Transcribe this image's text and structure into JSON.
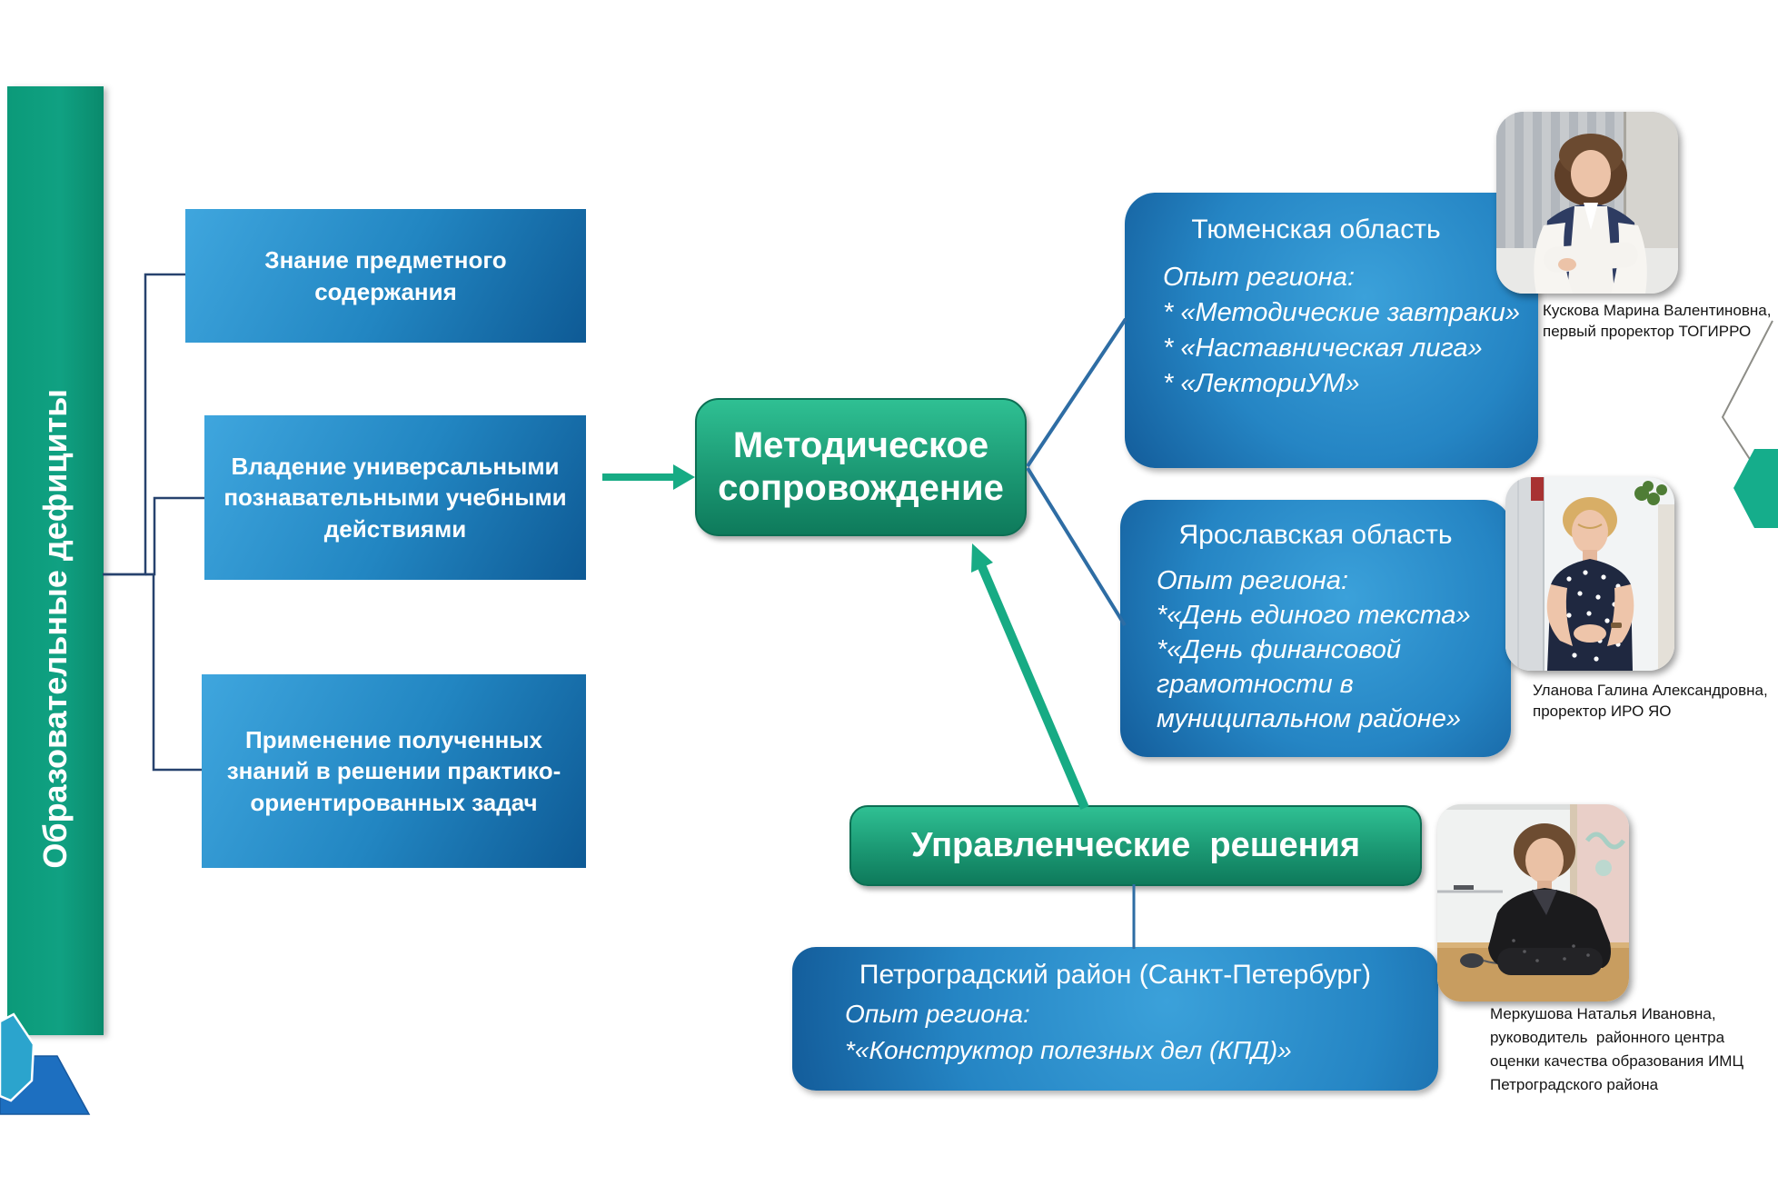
{
  "sidebar": {
    "label": "Образовательные дефициты"
  },
  "deficit_boxes": [
    {
      "label": "Знание предметного содержания"
    },
    {
      "label": "Владение универсальными познавательными учебными действиями"
    },
    {
      "label": "Применение полученных знаний в решении практико-ориентированных задач"
    }
  ],
  "hub_methodical": {
    "line1": "Методическое",
    "line2": "сопровождение"
  },
  "hub_management": {
    "label": "Управленческие  решения"
  },
  "regions": [
    {
      "title": "Тюменская область",
      "intro": "Опыт региона:",
      "items": [
        "* «Методические завтраки»",
        "* «Наставническая лига»",
        "* «ЛекториУМ»"
      ]
    },
    {
      "title": "Ярославская область",
      "intro": "Опыт региона:",
      "items": [
        "*«День единого текста»",
        "*«День финансовой грамотности в муниципальном районе»"
      ]
    },
    {
      "title": "Петроградский район (Санкт-Петербург)",
      "intro": "Опыт региона:",
      "items": [
        "*«Конструктор полезных дел (КПД)»"
      ]
    }
  ],
  "people": [
    {
      "name": "Кускова Марина Валентиновна,",
      "role": "первый проректор ТОГИРРО"
    },
    {
      "name": "Уланова Галина Александровна,",
      "role": "проректор ИРО ЯО"
    },
    {
      "name": "Меркушова Наталья Ивановна,",
      "role": "руководитель  районного центра оценки качества образования ИМЦ Петроградского района"
    }
  ],
  "colors": {
    "bar_green": "#10a182",
    "hub_green": "#1b9873",
    "box_blue": "#2286c2",
    "connector_navy": "#27426e",
    "branch_blue": "#2e6da4",
    "arrow_green": "#17ab84",
    "teal_hex": "#15ad8b",
    "cyan_hex": "#2ba4cd",
    "blue_pentagon": "#1d6fc0"
  }
}
